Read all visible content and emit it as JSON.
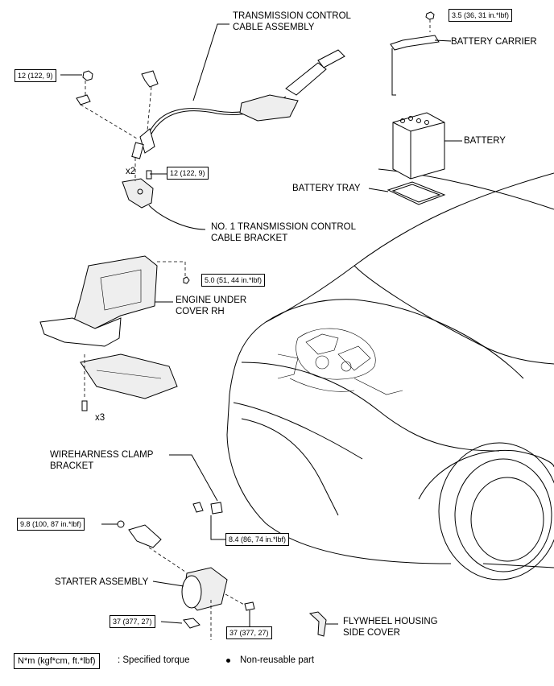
{
  "labels": {
    "transmission_cable": "TRANSMISSION CONTROL\nCABLE ASSEMBLY",
    "battery_carrier": "BATTERY CARRIER",
    "battery": "BATTERY",
    "battery_tray": "BATTERY TRAY",
    "cable_bracket": "NO. 1 TRANSMISSION CONTROL\nCABLE BRACKET",
    "engine_under_cover": "ENGINE UNDER\nCOVER RH",
    "wireharness_bracket": "WIREHARNESS CLAMP\nBRACKET",
    "starter": "STARTER ASSEMBLY",
    "flywheel_cover": "FLYWHEEL HOUSING\nSIDE COVER"
  },
  "torques": {
    "battery_carrier": "3.5 (36, 31 in.*lbf)",
    "cable_nut": "12 (122, 9)",
    "cable_bracket_bolt": "12 (122, 9)",
    "under_cover": "5.0 (51, 44 in.*lbf)",
    "wireharness": "8.4 (86, 74 in.*lbf)",
    "starter_top": "9.8 (100, 87 in.*lbf)",
    "starter_bolt_left": "37 (377, 27)",
    "starter_bolt_right": "37 (377, 27)"
  },
  "quantities": {
    "cable_bolts": "x2",
    "under_cover_bolts": "x3"
  },
  "legend": {
    "unit_box": "N*m (kgf*cm, ft.*lbf)",
    "unit_desc": ": Specified torque",
    "nonreusable_desc": "Non-reusable part"
  }
}
